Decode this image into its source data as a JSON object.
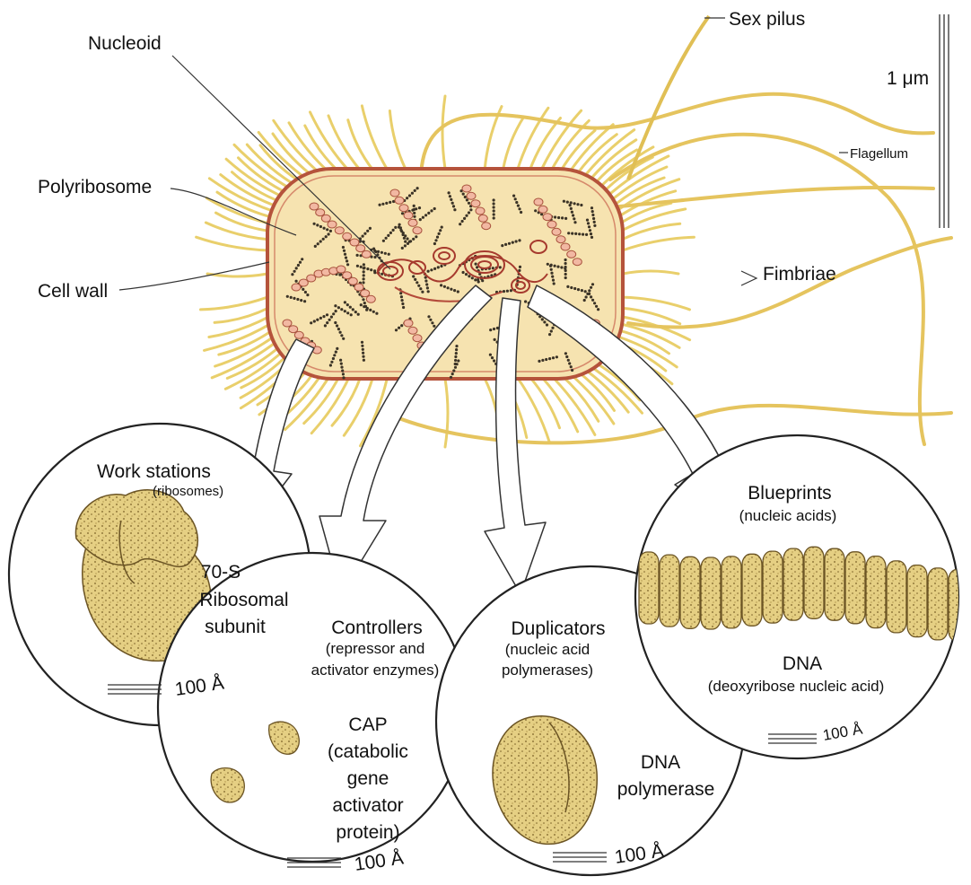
{
  "labels": {
    "nucleoid": "Nucleoid",
    "sex_pilus": "Sex pilus",
    "polyribosome": "Polyribosome",
    "cell_wall": "Cell wall",
    "flagellum": "Flagellum",
    "fimbriae": "Fimbriae",
    "scale_1um": "1 μm"
  },
  "circles": {
    "work_stations": {
      "title": "Work stations",
      "subtitle": "(ribosomes)",
      "item_lines": [
        "70-S",
        "Ribosomal",
        "subunit"
      ],
      "scale": "100 Å"
    },
    "controllers": {
      "title": "Controllers",
      "subtitle_lines": [
        "(repressor and",
        "activator enzymes)"
      ],
      "item_lines": [
        "CAP",
        "(catabolic",
        "gene",
        "activator",
        "protein)"
      ],
      "scale": "100 Å"
    },
    "duplicators": {
      "title": "Duplicators",
      "subtitle_lines": [
        "(nucleic acid",
        "polymerases)"
      ],
      "item_lines": [
        "DNA",
        "polymerase"
      ],
      "scale": "100 Å"
    },
    "blueprints": {
      "title": "Blueprints",
      "subtitle": "(nucleic acids)",
      "item_lines": [
        "DNA",
        "(deoxyribose nucleic acid)"
      ],
      "scale": "100 Å"
    }
  },
  "colors": {
    "cell_fill": "#f6e3b0",
    "cell_wall": "#b5533b",
    "appendage": "#e9cf6b",
    "appendage_dark": "#c9a743",
    "molecule": "#e3cd7e",
    "molecule_dark": "#8a7030",
    "nucleoid": "#a63a2e",
    "ribosome_chain": "#f2b8a2",
    "ribosome_edge": "#a8523d"
  }
}
